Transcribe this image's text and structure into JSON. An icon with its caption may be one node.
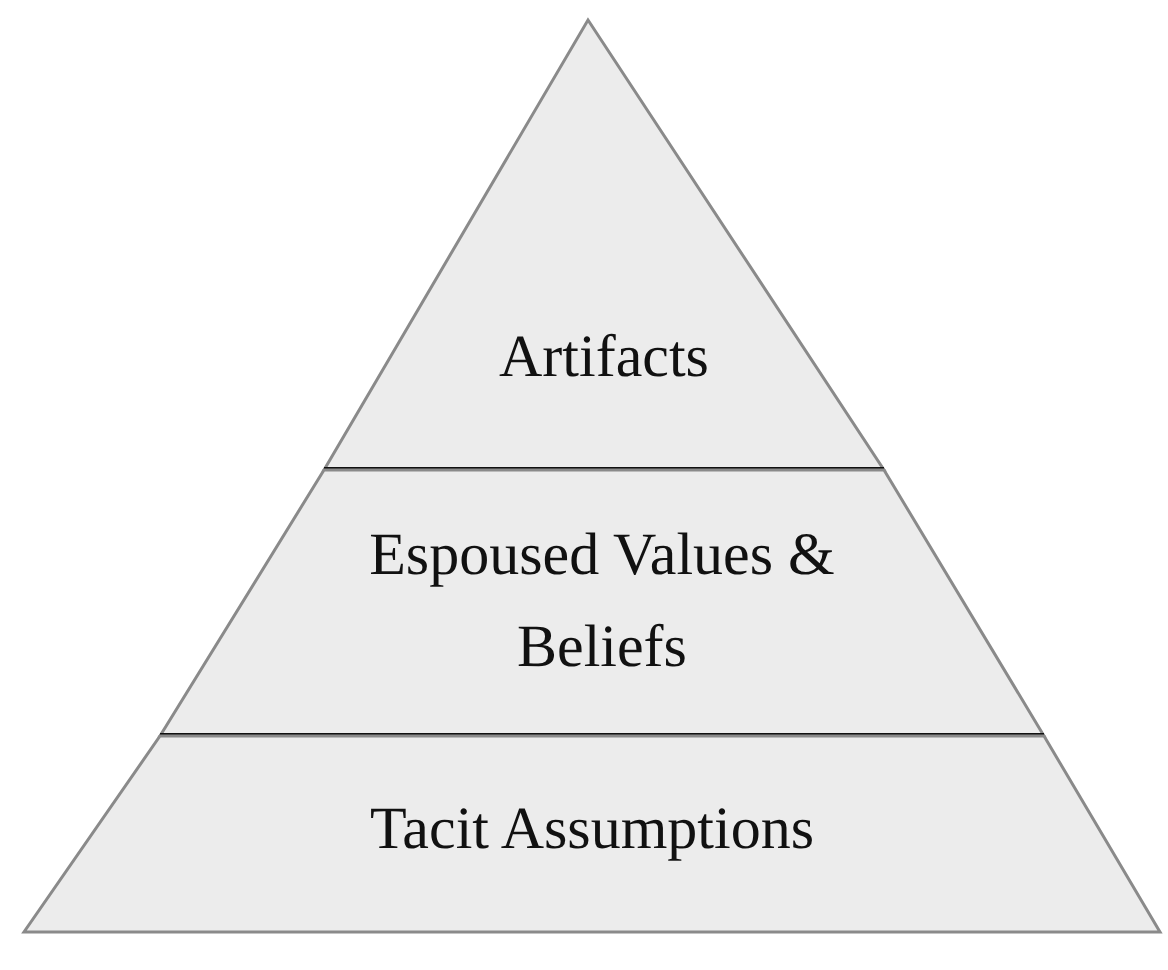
{
  "diagram": {
    "nodes": [
      {
        "text": [
          "Artifacts"
        ]
      },
      {
        "text": [
          "Espoused Values & Beliefs"
        ]
      },
      {
        "text": [
          "Tacit Assumptions"
        ]
      }
    ]
  }
}
